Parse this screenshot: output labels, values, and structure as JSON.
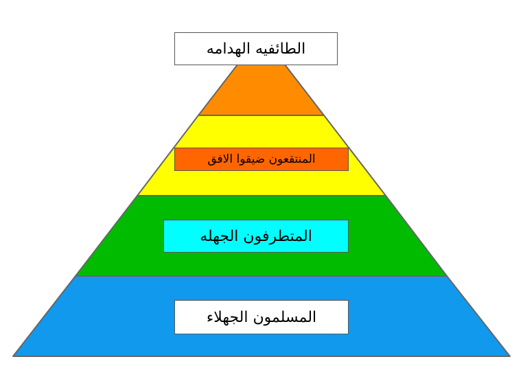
{
  "pyramid": {
    "levels": [
      {
        "label": "الطائفيه الهدامه",
        "fill": "#FF8C00",
        "label_bg": "#FFFFFF"
      },
      {
        "label": "المنتقعون ضيقوا الافق",
        "fill": "#FFFF00",
        "label_bg": "#FF6600"
      },
      {
        "label": "المتطرفون الجهله",
        "fill": "#00BB00",
        "label_bg": "#00FFFF"
      },
      {
        "label": "المسلمون الجهلاء",
        "fill": "#1199EE",
        "label_bg": "#FFFFFF"
      }
    ],
    "outline_color": "#666666"
  }
}
